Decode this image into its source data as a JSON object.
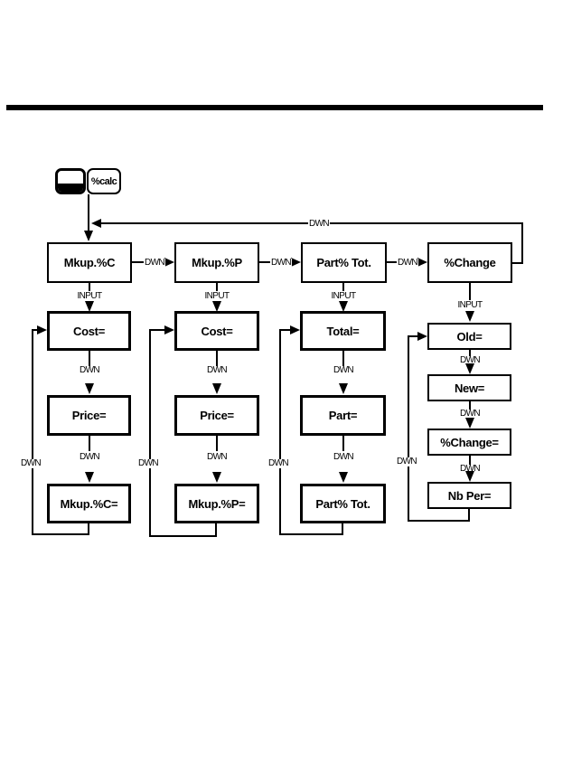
{
  "colors": {
    "ink": "#000000",
    "paper": "#ffffff"
  },
  "keys": {
    "shift_icon": "blank-key-black-bottom-half",
    "calc_label": "%calc"
  },
  "edge_labels": {
    "down": "DWN",
    "input": "INPUT"
  },
  "flow": {
    "top_row": [
      "Mkup.%C",
      "Mkup.%P",
      "Part% Tot.",
      "%Change"
    ],
    "col1": [
      "Cost=",
      "Price=",
      "Mkup.%C="
    ],
    "col2": [
      "Cost=",
      "Price=",
      "Mkup.%P="
    ],
    "col3": [
      "Total=",
      "Part=",
      "Part% Tot."
    ],
    "col4": [
      "Old=",
      "New=",
      "%Change=",
      "Nb Per="
    ]
  }
}
